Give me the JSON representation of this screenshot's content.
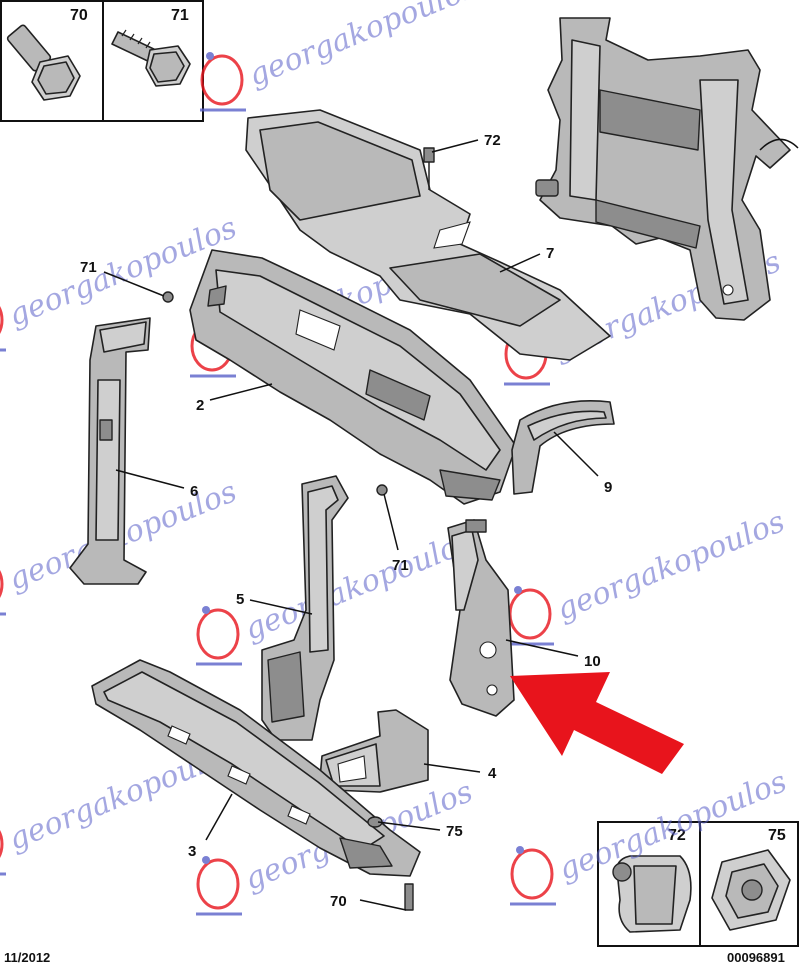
{
  "diagram": {
    "callouts": [
      {
        "id": "c72",
        "label": "72"
      },
      {
        "id": "c7",
        "label": "7"
      },
      {
        "id": "c71a",
        "label": "71"
      },
      {
        "id": "c2",
        "label": "2"
      },
      {
        "id": "c6",
        "label": "6"
      },
      {
        "id": "c9",
        "label": "9"
      },
      {
        "id": "c71b",
        "label": "71"
      },
      {
        "id": "c5",
        "label": "5"
      },
      {
        "id": "c10",
        "label": "10"
      },
      {
        "id": "c4",
        "label": "4"
      },
      {
        "id": "c75",
        "label": "75"
      },
      {
        "id": "c3",
        "label": "3"
      },
      {
        "id": "c70",
        "label": "70"
      }
    ],
    "insets": {
      "top_left": [
        "70",
        "71"
      ],
      "bottom_right": [
        "72",
        "75"
      ]
    },
    "date_code": "11/2012",
    "reference_number": "00096891",
    "watermark_text": "georgakopoulos",
    "colors": {
      "part_fill": "#b9b9b9",
      "arrow": "#e8141c",
      "watermark": "#5a61c9",
      "logo_red": "#e8141c"
    }
  }
}
